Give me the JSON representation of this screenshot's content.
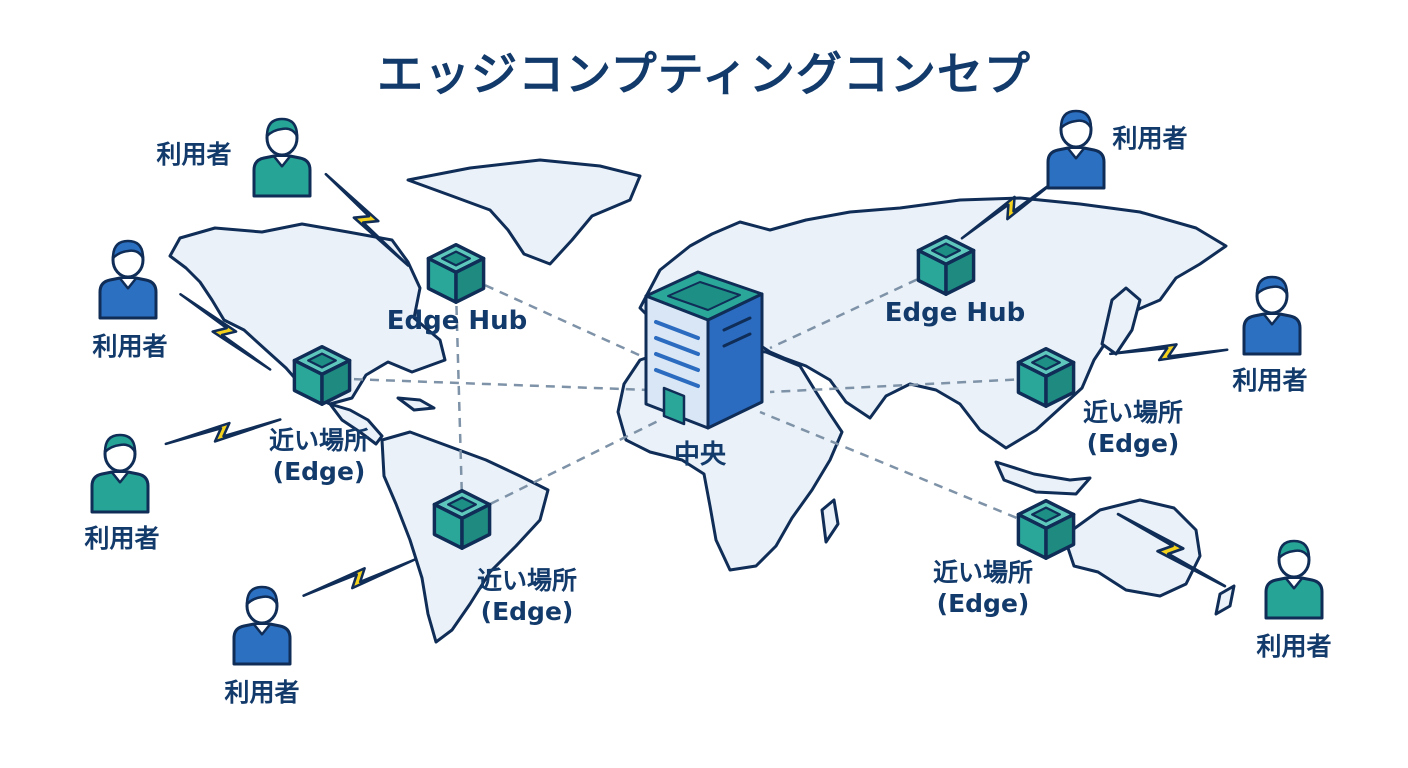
{
  "title": "エッジコンプティングコンセプ",
  "center": {
    "label": "中央",
    "icon": "data-center-building-icon"
  },
  "edge_hubs": [
    {
      "label": "Edge Hub",
      "icon": "edge-node-cube-icon"
    },
    {
      "label": "Edge Hub",
      "icon": "edge-node-cube-icon"
    }
  ],
  "edge_nodes": [
    {
      "line1": "近い場所",
      "line2": "(Edge)",
      "icon": "edge-node-cube-icon"
    },
    {
      "line1": "近い場所",
      "line2": "(Edge)",
      "icon": "edge-node-cube-icon"
    },
    {
      "line1": "近い場所",
      "line2": "(Edge)",
      "icon": "edge-node-cube-icon"
    },
    {
      "line1": "近い場所",
      "line2": "(Edge)",
      "icon": "edge-node-cube-icon"
    }
  ],
  "users": [
    {
      "label": "利用者",
      "icon": "user-icon"
    },
    {
      "label": "利用者",
      "icon": "user-icon"
    },
    {
      "label": "利用者",
      "icon": "user-icon"
    },
    {
      "label": "利用者",
      "icon": "user-icon"
    },
    {
      "label": "利用者",
      "icon": "user-icon"
    },
    {
      "label": "利用者",
      "icon": "user-icon"
    },
    {
      "label": "利用者",
      "icon": "user-icon"
    }
  ],
  "colors": {
    "map_fill": "#eaf1f8",
    "map_stroke": "#0f2d57",
    "title": "#123a6b",
    "cube_teal": "#2ba79a",
    "building_blue": "#2c6cc0",
    "lightning": "#f5d21c",
    "user_teal": "#26a495",
    "user_blue": "#2c70c2",
    "dashed_link": "#7f93a8"
  }
}
